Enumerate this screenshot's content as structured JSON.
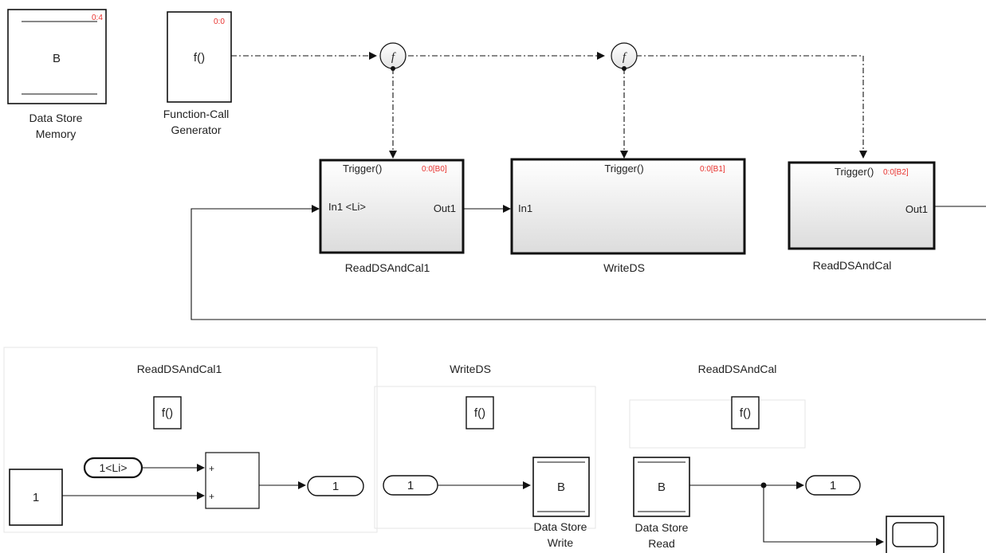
{
  "top": {
    "dsm": {
      "text": "B",
      "rate": "0:4",
      "label_line1": "Data Store",
      "label_line2": "Memory"
    },
    "fcg": {
      "text": "f()",
      "rate": "0:0",
      "label_line1": "Function-Call",
      "label_line2": "Generator"
    },
    "split_symbol": "f",
    "read1": {
      "trigger": "Trigger()",
      "rate": "0:0[B0]",
      "inport": "In1 <Li>",
      "outport": "Out1",
      "label": "ReadDSAndCal1"
    },
    "write": {
      "trigger": "Trigger()",
      "rate": "0:0[B1]",
      "inport": "In1",
      "label": "WriteDS"
    },
    "read2": {
      "trigger": "Trigger()",
      "rate": "0:0[B2]",
      "outport": "Out1",
      "label": "ReadDSAndCal"
    }
  },
  "bottom": {
    "read1": {
      "title": "ReadDSAndCal1",
      "trigger": "f()",
      "constant": "1",
      "from": "1<Li>",
      "sum_sign1": "+",
      "sum_sign2": "+",
      "out": "1"
    },
    "write": {
      "title": "WriteDS",
      "trigger": "f()",
      "in": "1",
      "dsw": "B",
      "dsw_label1": "Data Store",
      "dsw_label2": "Write"
    },
    "read2": {
      "title": "ReadDSAndCal",
      "trigger": "f()",
      "dsr": "B",
      "dsr_label1": "Data Store",
      "dsr_label2": "Read",
      "out": "1"
    }
  },
  "colors": {
    "rate_text": "#e8322e",
    "line": "#111111"
  }
}
